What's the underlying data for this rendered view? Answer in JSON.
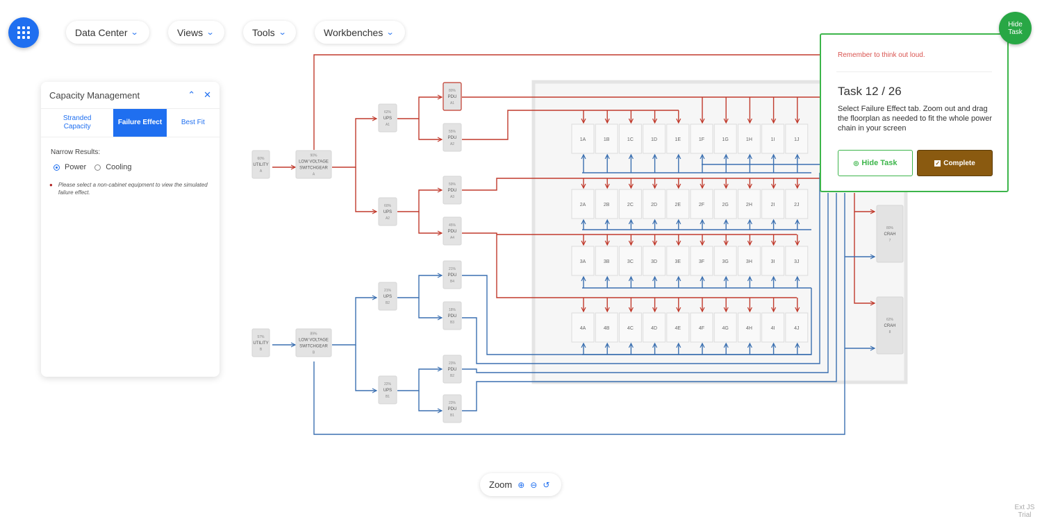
{
  "toolbar": {
    "menus": [
      "Data Center",
      "Views",
      "Tools",
      "Workbenches"
    ]
  },
  "panel": {
    "title": "Capacity Management",
    "tabs": [
      "Stranded Capacity",
      "Failure Effect",
      "Best Fit"
    ],
    "active_tab": "Failure Effect",
    "narrow_label": "Narrow Results:",
    "options": [
      "Power",
      "Cooling"
    ],
    "selected_option": "Power",
    "note": "Please select a non-cabinet equipment to view the simulated failure effect."
  },
  "task": {
    "hide_circle": "Hide Task",
    "remember": "Remember to think out loud.",
    "title": "Task 12 / 26",
    "description": "Select Failure Effect tab. Zoom out and drag the floorplan as needed to fit the whole power chain in your screen",
    "hide_button": "Hide Task",
    "complete_button": "Complete"
  },
  "zoom": {
    "label": "Zoom"
  },
  "watermark": "Ext JS Trial",
  "colors": {
    "power_a": "#c0392b",
    "power_b": "#3a6fb0",
    "accent": "#1f6ff0",
    "task_border": "#3cb54a",
    "complete_bg": "#8a5a10"
  },
  "diagram": {
    "utilities": [
      {
        "pct": "60%",
        "name": "UTILITY",
        "id": "A"
      },
      {
        "pct": "57%",
        "name": "UTILITY",
        "id": "B"
      }
    ],
    "switchgears": [
      {
        "pct": "90%",
        "name": "LOW VOLTAGE SWITCHGEAR",
        "id": "A"
      },
      {
        "pct": "89%",
        "name": "LOW VOLTAGE SWITCHGEAR",
        "id": "B"
      }
    ],
    "ups": [
      {
        "pct": "62%",
        "name": "UPS",
        "id": "A1"
      },
      {
        "pct": "60%",
        "name": "UPS",
        "id": "A2"
      },
      {
        "pct": "21%",
        "name": "UPS",
        "id": "B2"
      },
      {
        "pct": "22%",
        "name": "UPS",
        "id": "B1"
      }
    ],
    "pdus": [
      {
        "pct": "80%",
        "name": "PDU",
        "id": "A1"
      },
      {
        "pct": "55%",
        "name": "PDU",
        "id": "A2"
      },
      {
        "pct": "59%",
        "name": "PDU",
        "id": "A3"
      },
      {
        "pct": "45%",
        "name": "PDU",
        "id": "A4"
      },
      {
        "pct": "21%",
        "name": "PDU",
        "id": "B4"
      },
      {
        "pct": "18%",
        "name": "PDU",
        "id": "B3"
      },
      {
        "pct": "23%",
        "name": "PDU",
        "id": "B2"
      },
      {
        "pct": "23%",
        "name": "PDU",
        "id": "B1"
      }
    ],
    "crahs": [
      {
        "pct": "80%",
        "name": "CRAH",
        "id": "7"
      },
      {
        "pct": "62%",
        "name": "CRAH",
        "id": "8"
      }
    ],
    "rack_rows": [
      [
        "1A",
        "1B",
        "1C",
        "1D",
        "1E",
        "1F",
        "1G",
        "1H",
        "1I",
        "1J"
      ],
      [
        "2A",
        "2B",
        "2C",
        "2D",
        "2E",
        "2F",
        "2G",
        "2H",
        "2I",
        "2J"
      ],
      [
        "3A",
        "3B",
        "3C",
        "3D",
        "3E",
        "3F",
        "3G",
        "3H",
        "3I",
        "3J"
      ],
      [
        "4A",
        "4B",
        "4C",
        "4D",
        "4E",
        "4F",
        "4G",
        "4H",
        "4I",
        "4J"
      ]
    ]
  }
}
